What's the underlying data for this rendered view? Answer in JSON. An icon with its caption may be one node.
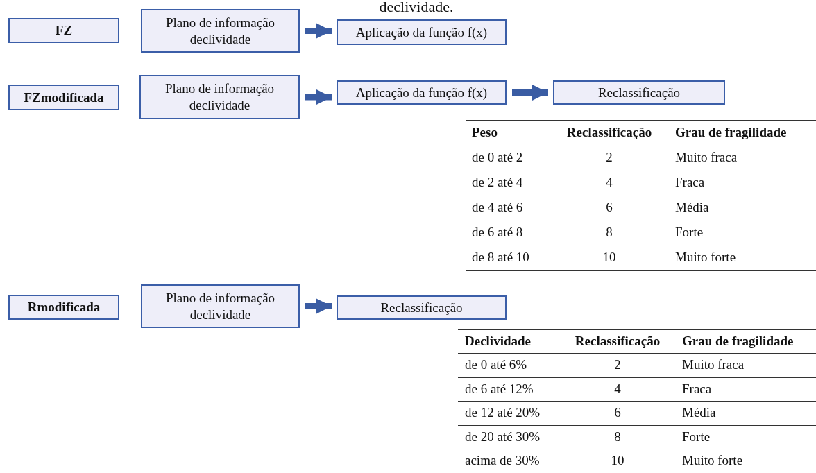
{
  "diagram": {
    "nodes": [
      {
        "text": [
          "FZ"
        ]
      },
      {
        "text": [
          "Plano de informação declividade"
        ]
      },
      {
        "text": [
          "Aplicação da função f(x)"
        ]
      },
      {
        "text": [
          "FZmodificada"
        ]
      },
      {
        "text": [
          "Plano de informação declividade"
        ]
      },
      {
        "text": [
          "Aplicação da função f(x)"
        ]
      },
      {
        "text": [
          "Reclassificação"
        ]
      },
      {
        "text": [
          "Rmodificada"
        ]
      },
      {
        "text": [
          "Plano de informação declividade"
        ]
      },
      {
        "text": [
          "Reclassificação"
        ]
      }
    ],
    "edges": [
      {
        "from": 1,
        "to": 2,
        "arrow": "to"
      },
      {
        "from": 4,
        "to": 5,
        "arrow": "to"
      },
      {
        "from": 5,
        "to": 6,
        "arrow": "to"
      },
      {
        "from": 8,
        "to": 9,
        "arrow": "to"
      }
    ],
    "labels": [
      "declividade.",
      "Peso",
      "Reclassificação",
      "Grau de fragilidade",
      "de 0 até 2",
      "2",
      "Muito fraca",
      "de 2 até 4",
      "4",
      "Fraca",
      "de 4 até 6",
      "6",
      "Média",
      "de 6 até 8",
      "8",
      "Forte",
      "de 8 até 10",
      "10",
      "Muito forte",
      "Declividade",
      "Reclassificação",
      "Grau de fragilidade",
      "de 0 até 6%",
      "2",
      "Muito fraca",
      "de 6 até 12%",
      "4",
      "Fraca",
      "de 12 até 20%",
      "6",
      "Média",
      "de 20 até 30%",
      "8",
      "Forte",
      "acima de 30%",
      "10",
      "Muito forte"
    ]
  }
}
